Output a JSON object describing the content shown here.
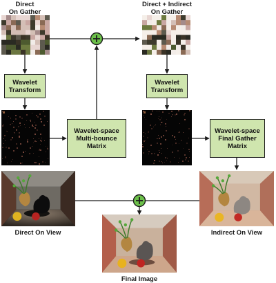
{
  "top_left_label": [
    "Direct",
    "On Gather"
  ],
  "top_right_label": [
    "Direct + Indirect",
    "On Gather"
  ],
  "wavelet_transform_left": [
    "Wavelet",
    "Transform"
  ],
  "wavelet_transform_right": [
    "Wavelet",
    "Transform"
  ],
  "multibounce_box": [
    "Wavelet-space",
    "Multi-bounce",
    "Matrix"
  ],
  "final_gather_box": [
    "Wavelet-space",
    "Final Gather",
    "Matrix"
  ],
  "direct_on_view_label": "Direct On View",
  "indirect_on_view_label": "Indirect On View",
  "final_image_label": "Final Image",
  "colors": {
    "box_fill": "#cfe5ae",
    "plus_node_fill": "#6cc04a",
    "line": "#1c1c1c"
  },
  "icons": [
    "plus-node-icon",
    "arrow-icon"
  ]
}
